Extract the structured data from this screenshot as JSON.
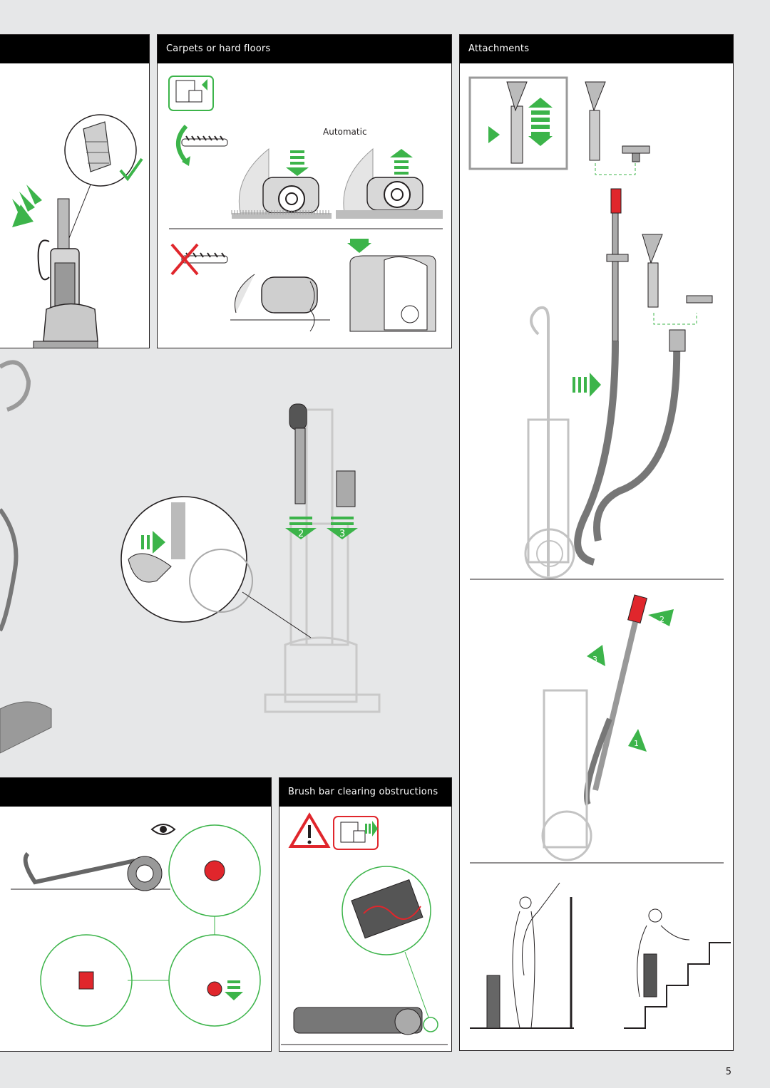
{
  "page": {
    "number": "5"
  },
  "colors": {
    "accent_green": "#3cb44a",
    "warning_red": "#e0262c",
    "line_gray": "#9a9a9a",
    "header_black": "#000000"
  },
  "panels": {
    "top_left": {
      "title": ""
    },
    "carpets": {
      "title": "Carpets or hard floors",
      "automatic_label": "Automatic"
    },
    "attachments": {
      "title": "Attachments",
      "steps": [
        "2",
        "3",
        "1"
      ]
    },
    "bottom_left": {
      "title": ""
    },
    "brush_bar": {
      "title": "Brush bar clearing obstructions"
    }
  },
  "middle": {
    "step_labels": [
      "2",
      "3"
    ]
  },
  "icons": [
    "plug-icon",
    "brush-bar-rotate-icon",
    "check-icon",
    "no-rotate-icon",
    "warning-icon",
    "eye-icon",
    "arrow-down-icon",
    "arrow-up-icon",
    "arrow-right-icon"
  ]
}
